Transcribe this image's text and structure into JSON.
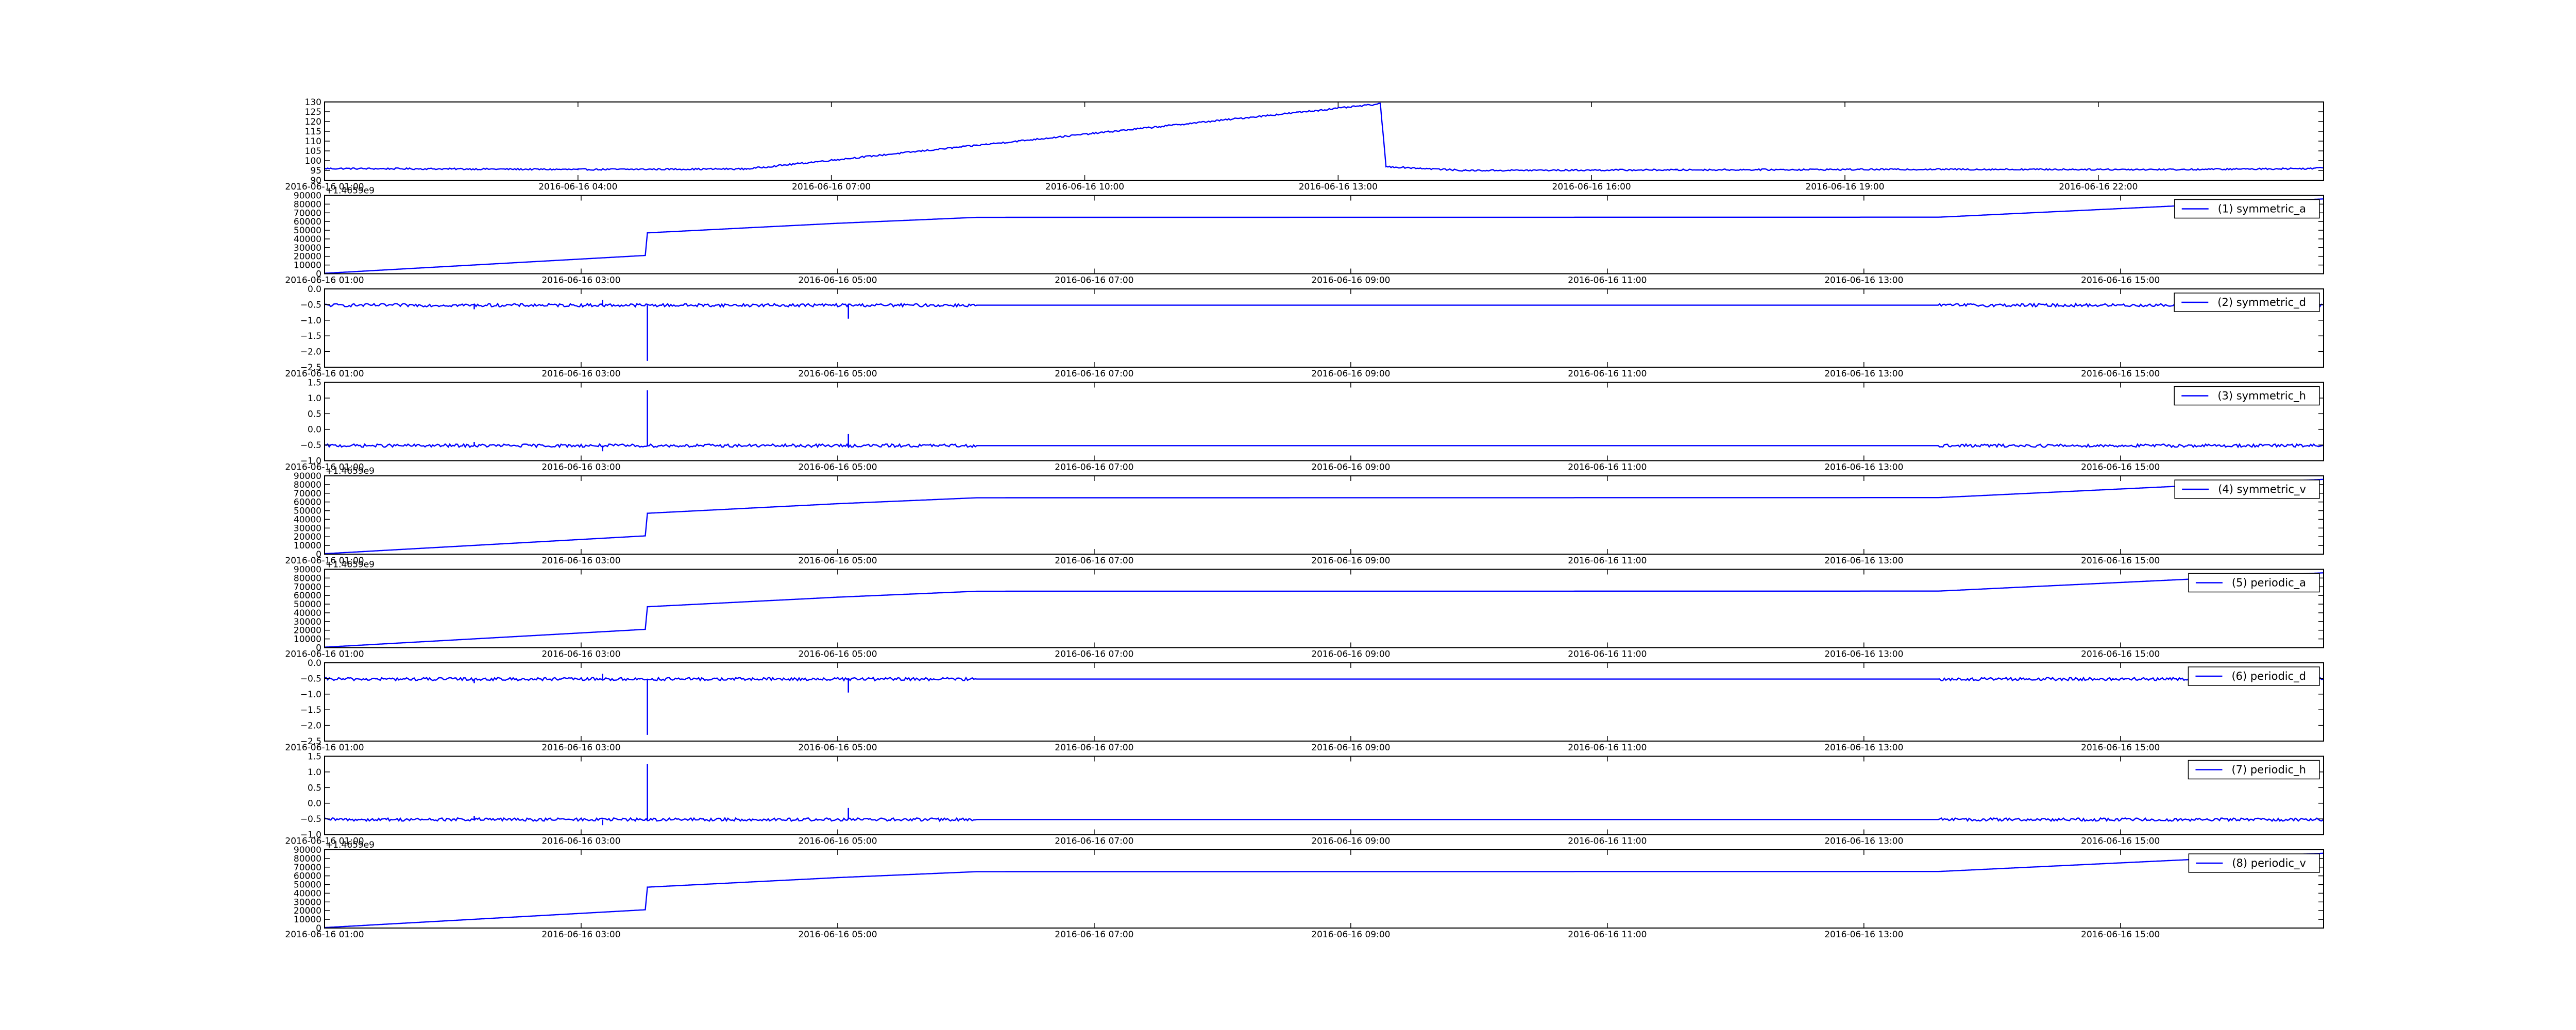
{
  "colors": {
    "line": "#0000ff",
    "axis": "#000000",
    "background": "#ffffff"
  },
  "chart_data": [
    {
      "type": "line",
      "title": "",
      "xlabel": "",
      "ylabel": "",
      "legend": "",
      "legend_position": "",
      "ylim": [
        90,
        130
      ],
      "yticks": [
        90,
        95,
        100,
        105,
        110,
        115,
        120,
        125,
        130
      ],
      "ytick_labels": [
        "90",
        "95",
        "100",
        "105",
        "110",
        "115",
        "120",
        "125",
        "130"
      ],
      "offset_text": "",
      "xlim": [
        "2016-06-16 01:00",
        "2016-06-17 00:40"
      ],
      "xticks": [
        "2016-06-16 01:00",
        "2016-06-16 04:00",
        "2016-06-16 07:00",
        "2016-06-16 10:00",
        "2016-06-16 13:00",
        "2016-06-16 16:00",
        "2016-06-16 19:00",
        "2016-06-16 22:00"
      ],
      "xtick_labels": [
        "2016-06-16 01:00",
        "2016-06-16 04:00",
        "2016-06-16 07:00",
        "2016-06-16 10:00",
        "2016-06-16 13:00",
        "2016-06-16 16:00",
        "2016-06-16 19:00",
        "2016-06-16 22:00"
      ],
      "x": [
        "2016-06-16 01:00",
        "2016-06-16 02:30",
        "2016-06-16 04:00",
        "2016-06-16 06:00",
        "2016-06-16 13:30",
        "2016-06-16 13:34",
        "2016-06-16 14:30",
        "2016-06-16 17:00",
        "2016-06-16 20:00",
        "2016-06-16 23:00",
        "2016-06-17 00:30",
        "2016-06-17 00:40"
      ],
      "y": [
        96,
        95.8,
        95.5,
        95.8,
        129,
        97,
        95,
        95.3,
        95.6,
        95.5,
        96,
        96.5
      ],
      "noise": 0.4,
      "spikes": []
    },
    {
      "type": "line",
      "title": "",
      "xlabel": "",
      "ylabel": "",
      "legend": "(1) symmetric_a",
      "legend_position": "top-right",
      "ylim": [
        0,
        90000
      ],
      "yticks": [
        0,
        10000,
        20000,
        30000,
        40000,
        50000,
        60000,
        70000,
        80000,
        90000
      ],
      "ytick_labels": [
        "0",
        "10000",
        "20000",
        "30000",
        "40000",
        "50000",
        "60000",
        "70000",
        "80000",
        "90000"
      ],
      "offset_text": "+1.4659e9",
      "xlim": [
        "2016-06-16 01:00",
        "2016-06-16 16:35"
      ],
      "xticks": [
        "2016-06-16 01:00",
        "2016-06-16 03:00",
        "2016-06-16 05:00",
        "2016-06-16 07:00",
        "2016-06-16 09:00",
        "2016-06-16 11:00",
        "2016-06-16 13:00",
        "2016-06-16 15:00"
      ],
      "xtick_labels": [
        "2016-06-16 01:00",
        "2016-06-16 03:00",
        "2016-06-16 05:00",
        "2016-06-16 07:00",
        "2016-06-16 09:00",
        "2016-06-16 11:00",
        "2016-06-16 13:00",
        "2016-06-16 15:00"
      ],
      "x": [
        "2016-06-16 01:00",
        "2016-06-16 03:30",
        "2016-06-16 03:31",
        "2016-06-16 05:00",
        "2016-06-16 06:05",
        "2016-06-16 13:35",
        "2016-06-16 16:35"
      ],
      "y": [
        500,
        21000,
        47000,
        58000,
        64800,
        65000,
        86000
      ],
      "noise": 0,
      "spikes": []
    },
    {
      "type": "line",
      "title": "",
      "xlabel": "",
      "ylabel": "",
      "legend": "(2) symmetric_d",
      "legend_position": "top-right",
      "ylim": [
        -2.5,
        0.0
      ],
      "yticks": [
        -2.5,
        -2.0,
        -1.5,
        -1.0,
        -0.5,
        0.0
      ],
      "ytick_labels": [
        "−2.5",
        "−2.0",
        "−1.5",
        "−1.0",
        "−0.5",
        "0.0"
      ],
      "offset_text": "",
      "xlim": [
        "2016-06-16 01:00",
        "2016-06-16 16:35"
      ],
      "xticks": [
        "2016-06-16 01:00",
        "2016-06-16 03:00",
        "2016-06-16 05:00",
        "2016-06-16 07:00",
        "2016-06-16 09:00",
        "2016-06-16 11:00",
        "2016-06-16 13:00",
        "2016-06-16 15:00"
      ],
      "xtick_labels": [
        "2016-06-16 01:00",
        "2016-06-16 03:00",
        "2016-06-16 05:00",
        "2016-06-16 07:00",
        "2016-06-16 09:00",
        "2016-06-16 11:00",
        "2016-06-16 13:00",
        "2016-06-16 15:00"
      ],
      "x": [
        "2016-06-16 01:00",
        "2016-06-16 16:35"
      ],
      "y": [
        -0.52,
        -0.52
      ],
      "noise": 0.05,
      "noise_ranges": [
        [
          "2016-06-16 01:00",
          "2016-06-16 06:05"
        ],
        [
          "2016-06-16 13:35",
          "2016-06-16 16:35"
        ]
      ],
      "spikes": [
        [
          "2016-06-16 03:31",
          -2.3
        ],
        [
          "2016-06-16 05:05",
          -0.95
        ],
        [
          "2016-06-16 03:10",
          -0.35
        ],
        [
          "2016-06-16 02:10",
          -0.65
        ]
      ]
    },
    {
      "type": "line",
      "title": "",
      "xlabel": "",
      "ylabel": "",
      "legend": "(3) symmetric_h",
      "legend_position": "top-right",
      "ylim": [
        -1.0,
        1.5
      ],
      "yticks": [
        -1.0,
        -0.5,
        0.0,
        0.5,
        1.0,
        1.5
      ],
      "ytick_labels": [
        "−1.0",
        "−0.5",
        "0.0",
        "0.5",
        "1.0",
        "1.5"
      ],
      "offset_text": "",
      "xlim": [
        "2016-06-16 01:00",
        "2016-06-16 16:35"
      ],
      "xticks": [
        "2016-06-16 01:00",
        "2016-06-16 03:00",
        "2016-06-16 05:00",
        "2016-06-16 07:00",
        "2016-06-16 09:00",
        "2016-06-16 11:00",
        "2016-06-16 13:00",
        "2016-06-16 15:00"
      ],
      "xtick_labels": [
        "2016-06-16 01:00",
        "2016-06-16 03:00",
        "2016-06-16 05:00",
        "2016-06-16 07:00",
        "2016-06-16 09:00",
        "2016-06-16 11:00",
        "2016-06-16 13:00",
        "2016-06-16 15:00"
      ],
      "x": [
        "2016-06-16 01:00",
        "2016-06-16 16:35"
      ],
      "y": [
        -0.52,
        -0.52
      ],
      "noise": 0.05,
      "noise_ranges": [
        [
          "2016-06-16 01:00",
          "2016-06-16 06:05"
        ],
        [
          "2016-06-16 13:35",
          "2016-06-16 16:35"
        ]
      ],
      "spikes": [
        [
          "2016-06-16 03:31",
          1.25
        ],
        [
          "2016-06-16 05:05",
          -0.15
        ],
        [
          "2016-06-16 03:10",
          -0.7
        ],
        [
          "2016-06-16 02:10",
          -0.4
        ]
      ]
    },
    {
      "type": "line",
      "title": "",
      "xlabel": "",
      "ylabel": "",
      "legend": "(4) symmetric_v",
      "legend_position": "top-right",
      "ylim": [
        0,
        90000
      ],
      "yticks": [
        0,
        10000,
        20000,
        30000,
        40000,
        50000,
        60000,
        70000,
        80000,
        90000
      ],
      "ytick_labels": [
        "0",
        "10000",
        "20000",
        "30000",
        "40000",
        "50000",
        "60000",
        "70000",
        "80000",
        "90000"
      ],
      "offset_text": "+1.4659e9",
      "xlim": [
        "2016-06-16 01:00",
        "2016-06-16 16:35"
      ],
      "xticks": [
        "2016-06-16 01:00",
        "2016-06-16 03:00",
        "2016-06-16 05:00",
        "2016-06-16 07:00",
        "2016-06-16 09:00",
        "2016-06-16 11:00",
        "2016-06-16 13:00",
        "2016-06-16 15:00"
      ],
      "xtick_labels": [
        "2016-06-16 01:00",
        "2016-06-16 03:00",
        "2016-06-16 05:00",
        "2016-06-16 07:00",
        "2016-06-16 09:00",
        "2016-06-16 11:00",
        "2016-06-16 13:00",
        "2016-06-16 15:00"
      ],
      "x": [
        "2016-06-16 01:00",
        "2016-06-16 03:30",
        "2016-06-16 03:31",
        "2016-06-16 05:00",
        "2016-06-16 06:05",
        "2016-06-16 13:35",
        "2016-06-16 16:35"
      ],
      "y": [
        500,
        21000,
        47000,
        58000,
        64800,
        65000,
        86000
      ],
      "noise": 0,
      "spikes": []
    },
    {
      "type": "line",
      "title": "",
      "xlabel": "",
      "ylabel": "",
      "legend": "(5) periodic_a",
      "legend_position": "top-right",
      "ylim": [
        0,
        90000
      ],
      "yticks": [
        0,
        10000,
        20000,
        30000,
        40000,
        50000,
        60000,
        70000,
        80000,
        90000
      ],
      "ytick_labels": [
        "0",
        "10000",
        "20000",
        "30000",
        "40000",
        "50000",
        "60000",
        "70000",
        "80000",
        "90000"
      ],
      "offset_text": "+1.4659e9",
      "xlim": [
        "2016-06-16 01:00",
        "2016-06-16 16:35"
      ],
      "xticks": [
        "2016-06-16 01:00",
        "2016-06-16 03:00",
        "2016-06-16 05:00",
        "2016-06-16 07:00",
        "2016-06-16 09:00",
        "2016-06-16 11:00",
        "2016-06-16 13:00",
        "2016-06-16 15:00"
      ],
      "xtick_labels": [
        "2016-06-16 01:00",
        "2016-06-16 03:00",
        "2016-06-16 05:00",
        "2016-06-16 07:00",
        "2016-06-16 09:00",
        "2016-06-16 11:00",
        "2016-06-16 13:00",
        "2016-06-16 15:00"
      ],
      "x": [
        "2016-06-16 01:00",
        "2016-06-16 03:30",
        "2016-06-16 03:31",
        "2016-06-16 05:00",
        "2016-06-16 06:05",
        "2016-06-16 13:35",
        "2016-06-16 16:35"
      ],
      "y": [
        500,
        21000,
        47000,
        58000,
        64800,
        65000,
        86000
      ],
      "noise": 0,
      "spikes": []
    },
    {
      "type": "line",
      "title": "",
      "xlabel": "",
      "ylabel": "",
      "legend": "(6) periodic_d",
      "legend_position": "top-right",
      "ylim": [
        -2.5,
        0.0
      ],
      "yticks": [
        -2.5,
        -2.0,
        -1.5,
        -1.0,
        -0.5,
        0.0
      ],
      "ytick_labels": [
        "−2.5",
        "−2.0",
        "−1.5",
        "−1.0",
        "−0.5",
        "0.0"
      ],
      "offset_text": "",
      "xlim": [
        "2016-06-16 01:00",
        "2016-06-16 16:35"
      ],
      "xticks": [
        "2016-06-16 01:00",
        "2016-06-16 03:00",
        "2016-06-16 05:00",
        "2016-06-16 07:00",
        "2016-06-16 09:00",
        "2016-06-16 11:00",
        "2016-06-16 13:00",
        "2016-06-16 15:00"
      ],
      "xtick_labels": [
        "2016-06-16 01:00",
        "2016-06-16 03:00",
        "2016-06-16 05:00",
        "2016-06-16 07:00",
        "2016-06-16 09:00",
        "2016-06-16 11:00",
        "2016-06-16 13:00",
        "2016-06-16 15:00"
      ],
      "x": [
        "2016-06-16 01:00",
        "2016-06-16 16:35"
      ],
      "y": [
        -0.52,
        -0.52
      ],
      "noise": 0.05,
      "noise_ranges": [
        [
          "2016-06-16 01:00",
          "2016-06-16 06:05"
        ],
        [
          "2016-06-16 13:35",
          "2016-06-16 16:35"
        ]
      ],
      "spikes": [
        [
          "2016-06-16 03:31",
          -2.3
        ],
        [
          "2016-06-16 05:05",
          -0.95
        ],
        [
          "2016-06-16 03:10",
          -0.35
        ],
        [
          "2016-06-16 02:10",
          -0.65
        ]
      ]
    },
    {
      "type": "line",
      "title": "",
      "xlabel": "",
      "ylabel": "",
      "legend": "(7) periodic_h",
      "legend_position": "top-right",
      "ylim": [
        -1.0,
        1.5
      ],
      "yticks": [
        -1.0,
        -0.5,
        0.0,
        0.5,
        1.0,
        1.5
      ],
      "ytick_labels": [
        "−1.0",
        "−0.5",
        "0.0",
        "0.5",
        "1.0",
        "1.5"
      ],
      "offset_text": "",
      "xlim": [
        "2016-06-16 01:00",
        "2016-06-16 16:35"
      ],
      "xticks": [
        "2016-06-16 01:00",
        "2016-06-16 03:00",
        "2016-06-16 05:00",
        "2016-06-16 07:00",
        "2016-06-16 09:00",
        "2016-06-16 11:00",
        "2016-06-16 13:00",
        "2016-06-16 15:00"
      ],
      "xtick_labels": [
        "2016-06-16 01:00",
        "2016-06-16 03:00",
        "2016-06-16 05:00",
        "2016-06-16 07:00",
        "2016-06-16 09:00",
        "2016-06-16 11:00",
        "2016-06-16 13:00",
        "2016-06-16 15:00"
      ],
      "x": [
        "2016-06-16 01:00",
        "2016-06-16 16:35"
      ],
      "y": [
        -0.52,
        -0.52
      ],
      "noise": 0.05,
      "noise_ranges": [
        [
          "2016-06-16 01:00",
          "2016-06-16 06:05"
        ],
        [
          "2016-06-16 13:35",
          "2016-06-16 16:35"
        ]
      ],
      "spikes": [
        [
          "2016-06-16 03:31",
          1.25
        ],
        [
          "2016-06-16 05:05",
          -0.15
        ],
        [
          "2016-06-16 03:10",
          -0.7
        ],
        [
          "2016-06-16 02:10",
          -0.4
        ]
      ]
    },
    {
      "type": "line",
      "title": "",
      "xlabel": "",
      "ylabel": "",
      "legend": "(8) periodic_v",
      "legend_position": "top-right",
      "ylim": [
        0,
        90000
      ],
      "yticks": [
        0,
        10000,
        20000,
        30000,
        40000,
        50000,
        60000,
        70000,
        80000,
        90000
      ],
      "ytick_labels": [
        "0",
        "10000",
        "20000",
        "30000",
        "40000",
        "50000",
        "60000",
        "70000",
        "80000",
        "90000"
      ],
      "offset_text": "+1.4659e9",
      "xlim": [
        "2016-06-16 01:00",
        "2016-06-16 16:35"
      ],
      "xticks": [
        "2016-06-16 01:00",
        "2016-06-16 03:00",
        "2016-06-16 05:00",
        "2016-06-16 07:00",
        "2016-06-16 09:00",
        "2016-06-16 11:00",
        "2016-06-16 13:00",
        "2016-06-16 15:00"
      ],
      "xtick_labels": [
        "2016-06-16 01:00",
        "2016-06-16 03:00",
        "2016-06-16 05:00",
        "2016-06-16 07:00",
        "2016-06-16 09:00",
        "2016-06-16 11:00",
        "2016-06-16 13:00",
        "2016-06-16 15:00"
      ],
      "x": [
        "2016-06-16 01:00",
        "2016-06-16 03:30",
        "2016-06-16 03:31",
        "2016-06-16 05:00",
        "2016-06-16 06:05",
        "2016-06-16 13:35",
        "2016-06-16 16:35"
      ],
      "y": [
        500,
        21000,
        47000,
        58000,
        64800,
        65000,
        86000
      ],
      "noise": 0,
      "spikes": []
    }
  ]
}
